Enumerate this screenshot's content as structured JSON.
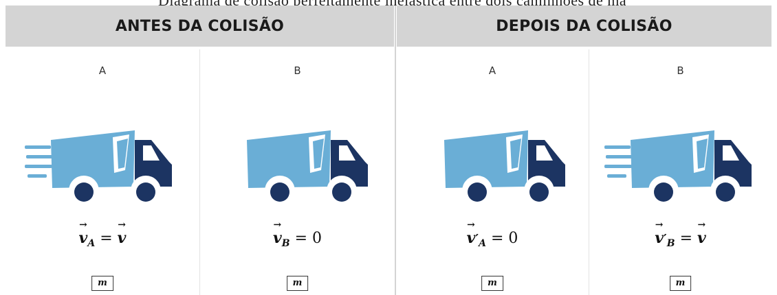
{
  "caption_partial": "Diagrama de colisão perfeitamente inelástica entre dois caminhões de massas iguais m",
  "headers": {
    "before": "ANTES DA COLISÃO",
    "after": "DEPOIS DA COLISÃO"
  },
  "panels": [
    {
      "label": "A",
      "velocity": {
        "symbol": "v",
        "prime": "",
        "subscript": "A",
        "rhs": "v",
        "rhs_is_vector": true
      },
      "mass": "m",
      "moving": true
    },
    {
      "label": "B",
      "velocity": {
        "symbol": "v",
        "prime": "",
        "subscript": "B",
        "rhs": "0",
        "rhs_is_vector": false
      },
      "mass": "m",
      "moving": false
    },
    {
      "label": "A",
      "velocity": {
        "symbol": "v",
        "prime": "′",
        "subscript": "A",
        "rhs": "0",
        "rhs_is_vector": false
      },
      "mass": "m",
      "moving": false
    },
    {
      "label": "B",
      "velocity": {
        "symbol": "v",
        "prime": "′",
        "subscript": "B",
        "rhs": "v",
        "rhs_is_vector": true
      },
      "mass": "m",
      "moving": true
    }
  ],
  "colors": {
    "truck_body": "#6aaed6",
    "truck_cab": "#1c3462",
    "wheel": "#1c3462",
    "speed_lines": "#6aaed6",
    "header_bg": "#d4d4d4"
  },
  "icons": [
    "truck-icon",
    "speed-lines-icon"
  ]
}
